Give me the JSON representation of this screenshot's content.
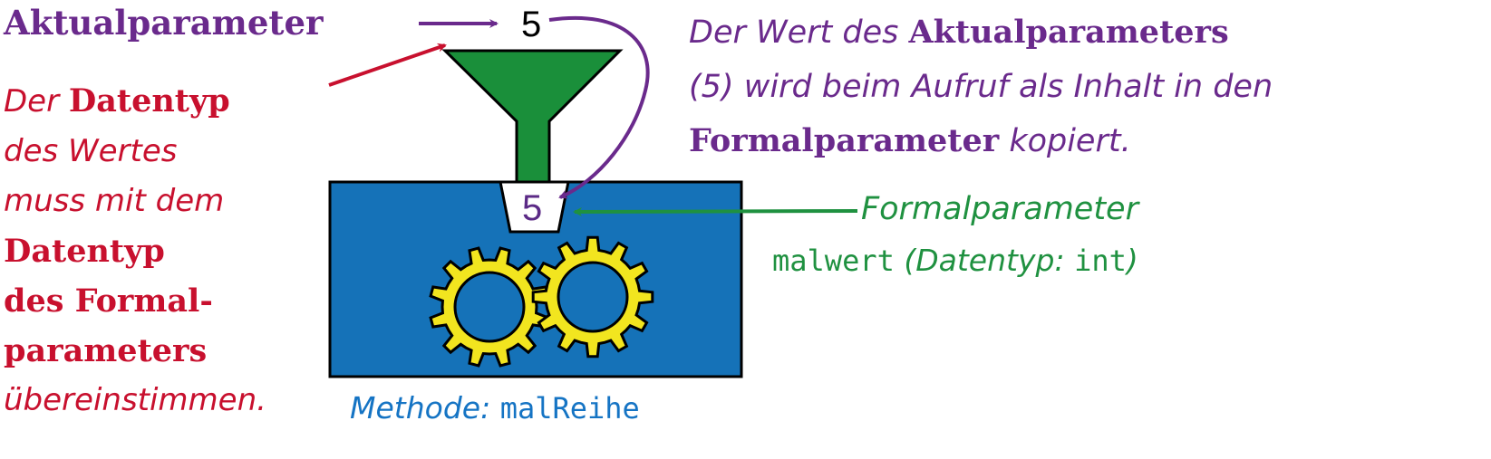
{
  "aktual": {
    "label": "Aktualparameter",
    "value": "5"
  },
  "formal": {
    "value": "5",
    "label": "Formalparameter",
    "name": "malwert",
    "type_prefix": "(Datentyp:",
    "type": "int",
    "type_suffix": ")"
  },
  "method": {
    "prefix": "Methode:",
    "name": "malReihe"
  },
  "left_note": {
    "l1a": "Der ",
    "l1b": "Datentyp",
    "l2": "des Wertes",
    "l3": "muss mit dem",
    "l4": "Datentyp",
    "l5": "des Formal-",
    "l6": "parameters",
    "l7": "übereinstimmen."
  },
  "right_note": {
    "l1a": "Der Wert des ",
    "l1b": "Aktualparameters",
    "l2": "(5) wird beim Aufruf als Inhalt in den",
    "l3a": "Formalparameter",
    "l3b": " kopiert."
  },
  "colors": {
    "purple": "#6a2a8c",
    "red": "#c8102e",
    "green": "#1f9140",
    "blue": "#1574c4",
    "method_box": "#1572b8",
    "funnel": "#1a8f3a",
    "gear": "#f2e51f"
  },
  "icons": {
    "funnel": "funnel-icon",
    "gears": "gear-icon"
  }
}
